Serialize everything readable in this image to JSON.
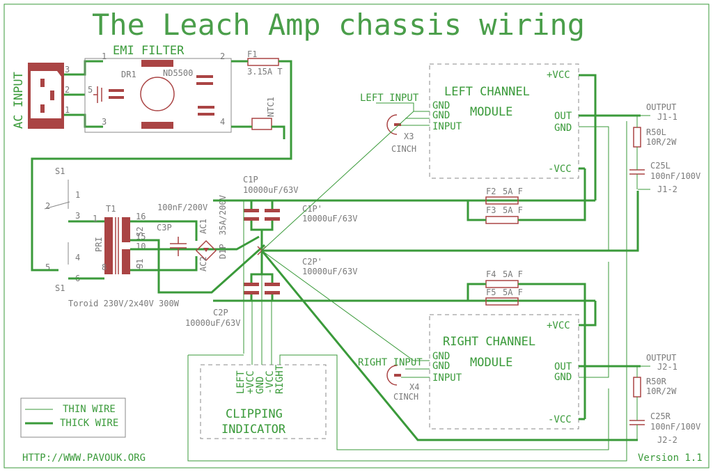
{
  "title": "The Leach Amp chassis wiring",
  "version": "Version 1.1",
  "url": "HTTP://WWW.PAVOUK.ORG",
  "ac_input": "AC INPUT",
  "emi": {
    "title": "EMI FILTER",
    "dr": "DR1",
    "part": "ND5500",
    "pins": [
      "1",
      "2",
      "3",
      "4",
      "5",
      "1",
      "3",
      "2"
    ]
  },
  "fuse1": {
    "name": "F1",
    "value": "3.15A T"
  },
  "ntc": "NTC1",
  "switch": {
    "label_top": "S1",
    "label_bot": "S1",
    "pins": [
      "1",
      "2",
      "3",
      "4",
      "5",
      "6"
    ]
  },
  "transformer": {
    "name": "T1",
    "pri": "PRI",
    "desc": "Toroid 230V/2x40V 300W",
    "pins": [
      "1",
      "8",
      "16",
      "15",
      "10",
      "9"
    ],
    "s1": "S1",
    "s2": "S2"
  },
  "c3p": {
    "name": "C3P",
    "value": "100nF/200V"
  },
  "bridge": {
    "name": "D1P",
    "value": "35A/200V",
    "ac1": "AC1",
    "ac2": "AC2"
  },
  "c1p": {
    "name": "C1P",
    "value": "10000uF/63V"
  },
  "c1p2": {
    "name": "C1P'",
    "value": "10000uF/63V"
  },
  "c2p": {
    "name": "C2P",
    "value": "10000uF/63V"
  },
  "c2p2": {
    "name": "C2P'",
    "value": "10000uF/63V"
  },
  "fuses": [
    {
      "name": "F2",
      "value": "5A F"
    },
    {
      "name": "F3",
      "value": "5A F"
    },
    {
      "name": "F4",
      "value": "5A F"
    },
    {
      "name": "F5",
      "value": "5A F"
    }
  ],
  "left_module": {
    "title1": "LEFT CHANNEL",
    "title2": "MODULE",
    "pvcc": "+VCC",
    "nvcc": "-VCC",
    "out": "OUT",
    "gnd": "GND",
    "gnd1": "GND",
    "gnd2": "GND",
    "input": "INPUT"
  },
  "right_module": {
    "title1": "RIGHT CHANNEL",
    "title2": "MODULE",
    "pvcc": "+VCC",
    "nvcc": "-VCC",
    "out": "OUT",
    "gnd": "GND",
    "gnd1": "GND",
    "gnd2": "GND",
    "input": "INPUT"
  },
  "left_input": {
    "label": "LEFT INPUT",
    "conn": "X3",
    "type": "CINCH"
  },
  "right_input": {
    "label": "RIGHT INPUT",
    "conn": "X4",
    "type": "CINCH"
  },
  "left_output": {
    "label": "OUTPUT",
    "j1": "J1-1",
    "j2": "J1-2",
    "r": "R50L",
    "r_val": "10R/2W",
    "c": "C25L",
    "c_val": "100nF/100V"
  },
  "right_output": {
    "label": "OUTPUT",
    "j1": "J2-1",
    "j2": "J2-2",
    "r": "R50R",
    "r_val": "10R/2W",
    "c": "C25R",
    "c_val": "100nF/100V"
  },
  "clipping": {
    "title1": "CLIPPING",
    "title2": "INDICATOR",
    "pins": [
      "LEFT",
      "+VCC",
      "GND",
      "-VCC",
      "RIGHT"
    ]
  },
  "legend": {
    "thin": "THIN WIRE",
    "thick": "THICK WIRE"
  },
  "colors": {
    "wire": "#3a9a3a",
    "part": "#aa4444",
    "label": "#7a7a7a"
  }
}
